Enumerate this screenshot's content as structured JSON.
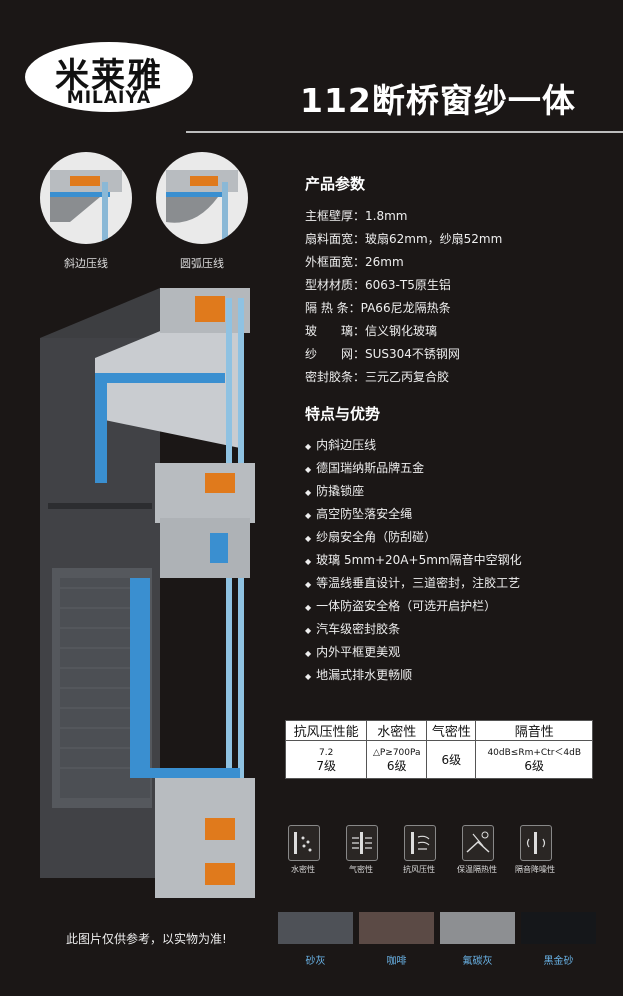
{
  "brand": {
    "name_cn": "米莱雅",
    "name_en": "MILAIYA"
  },
  "title": "112断桥窗纱一体",
  "profiles": [
    {
      "label": "斜边压线"
    },
    {
      "label": "圆弧压线"
    }
  ],
  "params_heading": "产品参数",
  "params": [
    "主框壁厚：1.8mm",
    "扇料面宽：玻扇62mm，纱扇52mm",
    "外框面宽：26mm",
    "型材材质：6063-T5原生铝",
    "隔 热 条：PA66尼龙隔热条",
    "玻　　璃：信义钢化玻璃",
    "纱　　网：SUS304不锈钢网",
    "密封胶条：三元乙丙复合胶"
  ],
  "features_heading": "特点与优势",
  "features": [
    "内斜边压线",
    "德国瑞纳斯品牌五金",
    "防撬锁座",
    "高空防坠落安全绳",
    "纱扇安全角（防刮碰）",
    "玻璃 5mm+20A+5mm隔音中空钢化",
    "等温线垂直设计，三道密封，注胶工艺",
    "一体防盗安全格（可选开启护栏）",
    "汽车级密封胶条",
    "内外平框更美观",
    "地漏式排水更畅顺"
  ],
  "bullet": "◆",
  "performance": {
    "headers": [
      "抗风压性能",
      "水密性",
      "气密性",
      "隔音性"
    ],
    "wind": {
      "value": "7.2",
      "grade": "7级"
    },
    "water": {
      "value": "△P≥700Pa",
      "grade": "6级"
    },
    "air": {
      "grade": "6级"
    },
    "sound": {
      "value": "40dB≤Rm+Ctr＜4dB",
      "grade": "6级"
    }
  },
  "feature_icons": [
    {
      "label": "水密性",
      "icon": "water-icon"
    },
    {
      "label": "气密性",
      "icon": "air-icon"
    },
    {
      "label": "抗风压性",
      "icon": "wind-icon"
    },
    {
      "label": "保温隔热性",
      "icon": "thermal-icon"
    },
    {
      "label": "隔音降噪性",
      "icon": "sound-icon"
    }
  ],
  "disclaimer": "此图片仅供参考，以实物为准!",
  "colors": [
    {
      "label": "砂灰",
      "hex": "#4e5157"
    },
    {
      "label": "咖啡",
      "hex": "#5b4a45"
    },
    {
      "label": "氟碳灰",
      "hex": "#8d8f92"
    },
    {
      "label": "黑金砂",
      "hex": "#15171a"
    }
  ],
  "palette": {
    "background": "#1b1716",
    "swatch_label": "#6ab4e8",
    "frame_blue": "#3a8fd0",
    "frame_orange": "#e07a1c"
  }
}
